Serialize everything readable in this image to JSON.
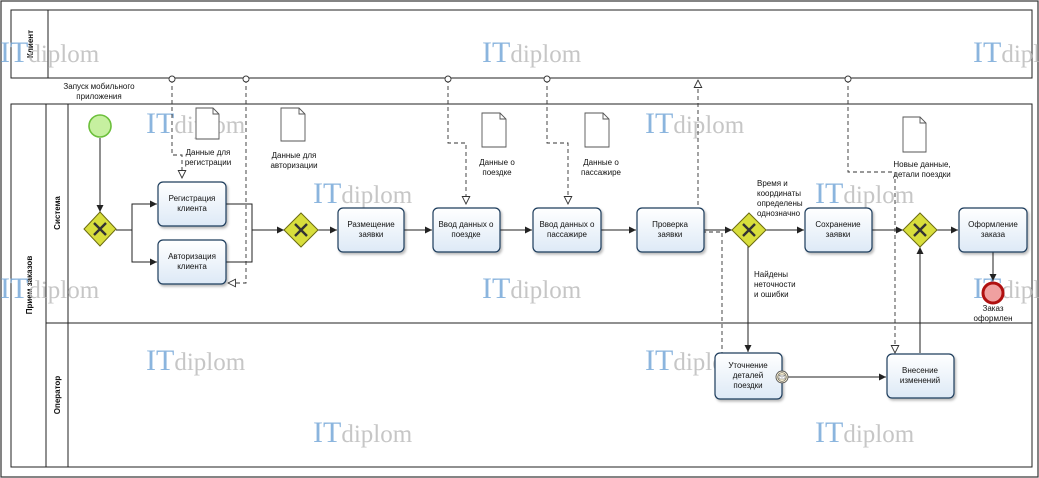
{
  "pools": {
    "client": {
      "title": "Клиент"
    },
    "orders": {
      "title": "Прием заказов",
      "lanes": {
        "system": "Система",
        "operator": "Оператор"
      }
    }
  },
  "tasks": {
    "registration": [
      "Регистрация",
      "клиента"
    ],
    "authorization": [
      "Авторизация",
      "клиента"
    ],
    "placement": [
      "Размещение",
      "заявки"
    ],
    "trip_input": [
      "Ввод данных о",
      "поездке"
    ],
    "passenger_input": [
      "Ввод данных о",
      "пассажире"
    ],
    "check": [
      "Проверка",
      "заявки"
    ],
    "clarify": [
      "Уточнение",
      "деталей",
      "поездки"
    ],
    "save": [
      "Сохранение",
      "заявки"
    ],
    "changes": [
      "Внесение",
      "изменений"
    ],
    "finalize": [
      "Оформление",
      "заказа"
    ]
  },
  "documents": {
    "registration_data": [
      "Данные для",
      "регистрации"
    ],
    "authorization_data": [
      "Данные для",
      "авторизации"
    ],
    "trip_data": [
      "Данные о",
      "поездке"
    ],
    "passenger_data": [
      "Данные о",
      "пассажире"
    ],
    "new_data": [
      "Новые данные,",
      "детали поездки"
    ]
  },
  "labels": {
    "launch": [
      "Запуск мобильного",
      "приложения"
    ],
    "coords_ok": [
      "Время и",
      "координаты",
      "определены",
      "однозначно"
    ],
    "errors_found": [
      "Найдены",
      "неточности",
      "и ошибки"
    ],
    "end_event": [
      "Заказ",
      "оформлен"
    ]
  },
  "watermark": {
    "it": "IT",
    "rest": "diplom"
  },
  "colors": {
    "task_fill": "#eef5fc",
    "task_stroke": "#1f3c5c",
    "gateway_fill": "#d8de3c",
    "start_fill": "#c6f0a0",
    "start_stroke": "#6bbf3a",
    "end_fill": "#f0a0a0",
    "end_stroke": "#b01010"
  }
}
